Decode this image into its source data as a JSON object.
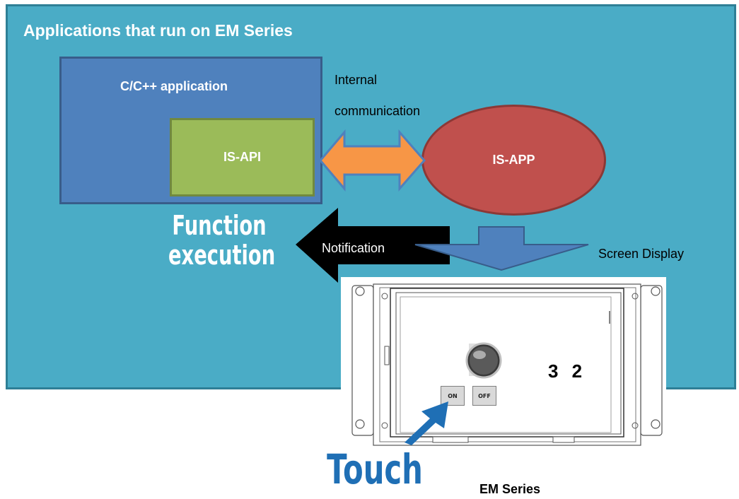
{
  "panel": {
    "title": "Applications that run on EM Series"
  },
  "app_box": {
    "label": "C/C++ application"
  },
  "api_box": {
    "label": "IS-API"
  },
  "communication": {
    "line1": "Internal",
    "line2": "communication"
  },
  "is_app": {
    "label": "IS-APP"
  },
  "function_execution": {
    "line1": "Function",
    "line2": "execution"
  },
  "notification": {
    "label": "Notification"
  },
  "screen_display": {
    "label": "Screen Display"
  },
  "device": {
    "name": "EM Series",
    "counter_value": "3 2",
    "on_label": "ON",
    "off_label": "OFF"
  },
  "touch": {
    "label": "Touch"
  },
  "colors": {
    "panel": "#4aacc6",
    "app_box": "#4f81bd",
    "api_box": "#9bbb59",
    "is_app": "#c0504d",
    "double_arrow": "#f79646",
    "down_arrow": "#4f81bd",
    "notification_arrow": "#000000",
    "touch": "#1f6fb5"
  },
  "icons": [
    "double-arrow-icon",
    "notification-arrow-icon",
    "down-arrow-icon",
    "touch-arrow-icon",
    "indicator-lamp-icon"
  ]
}
